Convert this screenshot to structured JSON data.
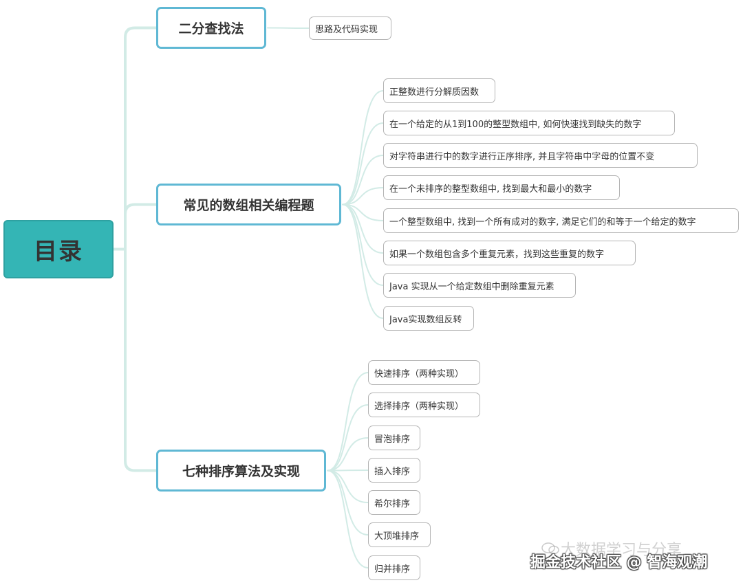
{
  "root": {
    "label": "目录"
  },
  "branches": [
    {
      "id": "binary-search",
      "label": "二分查找法",
      "children": [
        "思路及代码实现"
      ]
    },
    {
      "id": "array-problems",
      "label": "常见的数组相关编程题",
      "children": [
        "正整数进行分解质因数",
        "在一个给定的从1到100的整型数组中, 如何快速找到缺失的数字",
        "对字符串进行中的数字进行正序排序, 并且字符串中字母的位置不变",
        "在一个未排序的整型数组中, 找到最大和最小的数字",
        "一个整型数组中, 找到一个所有成对的数字, 满足它们的和等于一个给定的数字",
        "如果一个数组包含多个重复元素，找到这些重复的数字",
        "Java 实现从一个给定数组中删除重复元素",
        "Java实现数组反转"
      ]
    },
    {
      "id": "sorting",
      "label": "七种排序算法及实现",
      "children": [
        "快速排序（两种实现）",
        "选择排序（两种实现）",
        "冒泡排序",
        "插入排序",
        "希尔排序",
        "大顶堆排序",
        "归并排序"
      ]
    }
  ],
  "watermark": {
    "faded": "大数据学习与分享",
    "main": "掘金技术社区 @ 智海观潮"
  }
}
